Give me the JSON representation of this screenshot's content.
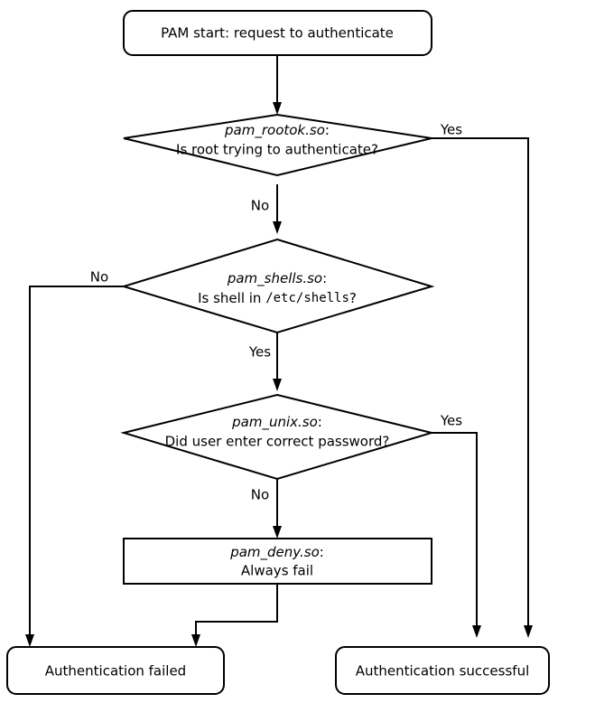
{
  "diagram": {
    "title": "PAM authentication flowchart",
    "background_color": "#ffffff",
    "line_color": "#000000",
    "nodes": {
      "start": {
        "shape": "rounded-rect",
        "label": "PAM start: request to authenticate"
      },
      "rootok": {
        "shape": "diamond",
        "module": "pam_rootok.so",
        "colon": ":",
        "question": "Is root trying to authenticate?"
      },
      "shells": {
        "shape": "diamond",
        "module": "pam_shells.so",
        "colon": ":",
        "question_prefix": "Is shell in ",
        "question_path": "/etc/shells",
        "question_suffix": "?"
      },
      "unix": {
        "shape": "diamond",
        "module": "pam_unix.so",
        "colon": ":",
        "question": "Did user enter correct password?"
      },
      "deny": {
        "shape": "rect",
        "module": "pam_deny.so",
        "colon": ":",
        "question": "Always fail"
      },
      "failed": {
        "shape": "rounded-rect",
        "label": "Authentication failed"
      },
      "successful": {
        "shape": "rounded-rect",
        "label": "Authentication successful"
      }
    },
    "edge_labels": {
      "rootok_yes": "Yes",
      "rootok_no": "No",
      "shells_no": "No",
      "shells_yes": "Yes",
      "unix_yes": "Yes",
      "unix_no": "No"
    }
  }
}
